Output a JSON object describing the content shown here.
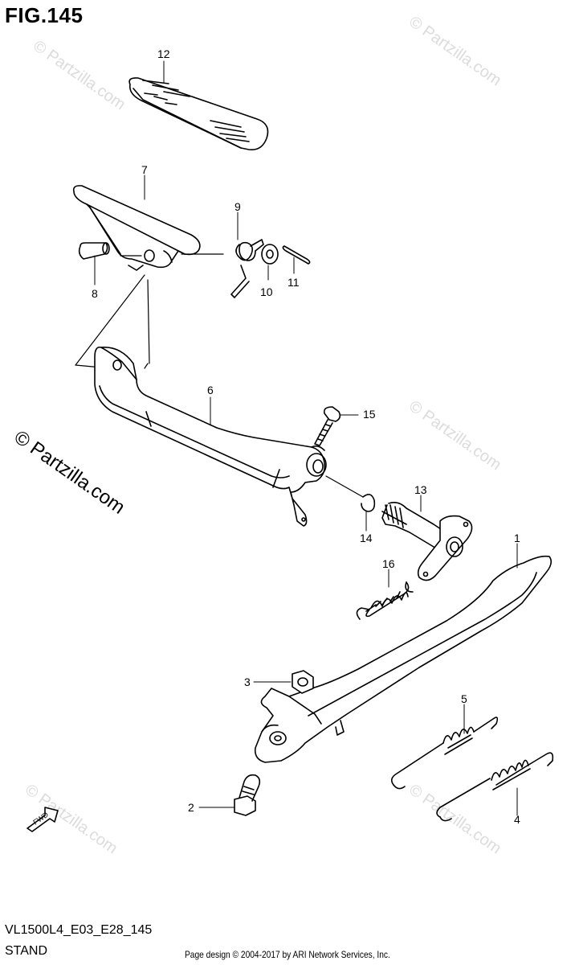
{
  "figure": {
    "title": "FIG.145",
    "code": "VL1500L4_E03_E28_145",
    "name": "STAND",
    "credit": "Page design © 2004-2017 by ARI Network Services, Inc.",
    "watermark_main": "© Partzilla.com",
    "watermark_faint": "© Partzilla.com",
    "fwd_label": "FWD"
  },
  "callouts": [
    {
      "id": "12",
      "part": "footrest-rubber"
    },
    {
      "id": "7",
      "part": "footrest-bracket"
    },
    {
      "id": "9",
      "part": "spring"
    },
    {
      "id": "10",
      "part": "washer"
    },
    {
      "id": "11",
      "part": "cotter-pin"
    },
    {
      "id": "8",
      "part": "pin"
    },
    {
      "id": "6",
      "part": "bracket-arm"
    },
    {
      "id": "15",
      "part": "bolt"
    },
    {
      "id": "13",
      "part": "shaft"
    },
    {
      "id": "14",
      "part": "circlip"
    },
    {
      "id": "16",
      "part": "spring"
    },
    {
      "id": "1",
      "part": "side-stand"
    },
    {
      "id": "3",
      "part": "nut"
    },
    {
      "id": "5",
      "part": "spring"
    },
    {
      "id": "2",
      "part": "bolt"
    },
    {
      "id": "4",
      "part": "spring"
    }
  ]
}
